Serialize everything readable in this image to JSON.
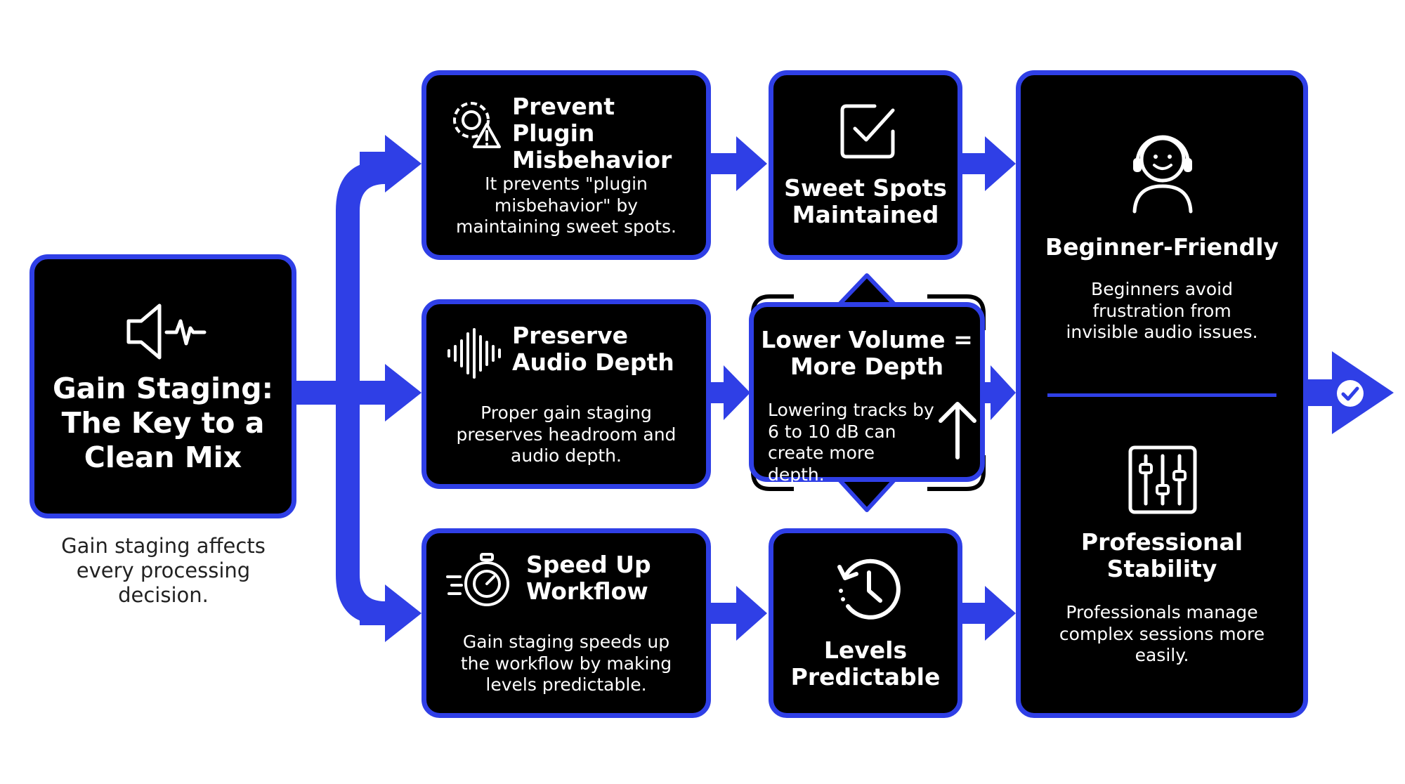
{
  "colors": {
    "accent": "#2f3fe6",
    "box_fill": "#000000",
    "text": "#ffffff",
    "caption": "#222222"
  },
  "root": {
    "icon": "speaker-waveform-icon",
    "title": "Gain Staging: The Key to a Clean Mix",
    "caption": "Gain staging affects every processing decision."
  },
  "branches": [
    {
      "icon": "gear-warning-icon",
      "title": "Prevent Plugin Misbehavior",
      "desc": "It prevents \"plugin misbehavior\" by maintaining sweet spots."
    },
    {
      "icon": "waveform-icon",
      "title": "Preserve Audio Depth",
      "desc": "Proper gain staging preserves headroom and audio depth."
    },
    {
      "icon": "stopwatch-icon",
      "title": "Speed Up Workflow",
      "desc": "Gain staging speeds up the workflow by making levels predictable."
    }
  ],
  "results": {
    "sweet_spots": {
      "icon": "checkbox-icon",
      "title": "Sweet Spots Maintained"
    },
    "lower_volume": {
      "icon": "up-arrow-icon",
      "title": "Lower Volume = More Depth",
      "desc": "Lowering tracks by 6 to 10 dB can create more depth."
    },
    "levels": {
      "icon": "history-clock-icon",
      "title": "Levels Predictable"
    }
  },
  "outcomes": [
    {
      "icon": "headset-user-icon",
      "title": "Beginner-Friendly",
      "desc": "Beginners avoid frustration from invisible audio issues."
    },
    {
      "icon": "mixer-sliders-icon",
      "title": "Professional Stability",
      "desc": "Professionals manage complex sessions more easily."
    }
  ],
  "end_marker": {
    "icon": "check-circle-icon"
  }
}
